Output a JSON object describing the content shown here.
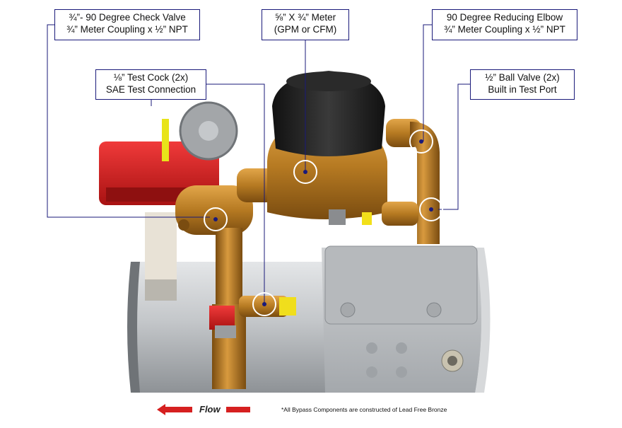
{
  "callouts": {
    "check_valve": {
      "line1": "¾”- 90 Degree Check Valve",
      "line2": "¾” Meter Coupling x ½” NPT"
    },
    "meter": {
      "line1": "⅝” X ¾” Meter",
      "line2": "(GPM or CFM)"
    },
    "reducing_elbow": {
      "line1": "90 Degree Reducing Elbow",
      "line2": "¾” Meter Coupling x ½” NPT"
    },
    "test_cock": {
      "line1": "⅛” Test Cock (2x)",
      "line2": "SAE Test Connection"
    },
    "ball_valve": {
      "line1": "½” Ball Valve (2x)",
      "line2": "Built in Test Port"
    }
  },
  "flow_label": "Flow",
  "footnote": "*All Bypass Components are constructed of Lead Free Bronze",
  "colors": {
    "leader_line": "#1a1a7a",
    "bronze": "#b57a22",
    "meter_body": "#222222",
    "valve_red": "#d62020",
    "pipe_gray": "#c9ccd0",
    "flow_arrow": "#d62020"
  },
  "icons": [
    "flow-arrow-left-icon",
    "flow-arrow-right-icon"
  ]
}
